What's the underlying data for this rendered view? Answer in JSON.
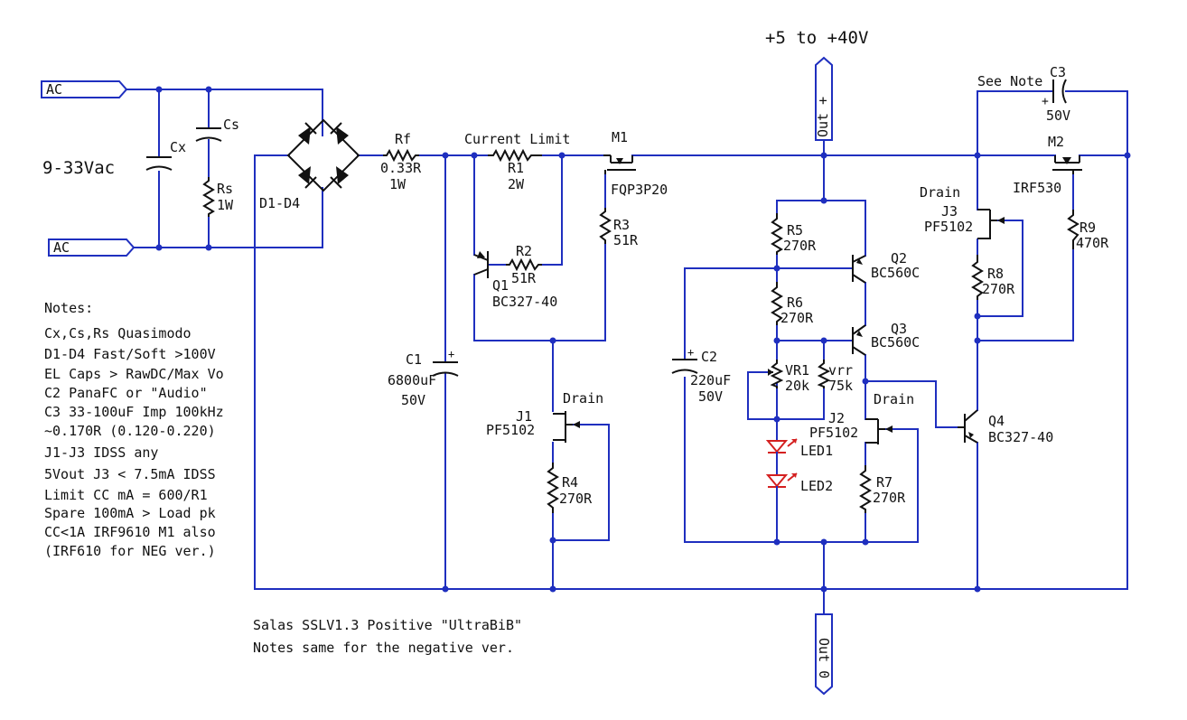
{
  "supply": {
    "range_label": "+5 to +40V",
    "input_label": "9-33Vac"
  },
  "ports": {
    "ac_top": "AC",
    "ac_bottom": "AC",
    "out_plus": "Out +",
    "out_zero": "Out 0"
  },
  "components": {
    "cx": "Cx",
    "cs": "Cs",
    "rs_name": "Rs",
    "rs_val": "1W",
    "bridge": "D1-D4",
    "rf_name": "Rf",
    "rf_val1": "0.33R",
    "rf_val2": "1W",
    "current_limit": "Current Limit",
    "r1_name": "R1",
    "r1_val": "2W",
    "m1_name": "M1",
    "m1_part": "FQP3P20",
    "r3_name": "R3",
    "r3_val": "51R",
    "r2_name": "R2",
    "r2_val": "51R",
    "q1_name": "Q1",
    "q1_part": "BC327-40",
    "c1_name": "C1",
    "c1_val1": "6800uF",
    "c1_val2": "50V",
    "j1_drain": "Drain",
    "j1_name": "J1",
    "j1_part": "PF5102",
    "r4_name": "R4",
    "r4_val": "270R",
    "r5_name": "R5",
    "r5_val": "270R",
    "r6_name": "R6",
    "r6_val": "270R",
    "q2_name": "Q2",
    "q2_part": "BC560C",
    "q3_name": "Q3",
    "q3_part": "BC560C",
    "c2_name": "C2",
    "c2_val1": "220uF",
    "c2_val2": "50V",
    "vr1_name": "VR1",
    "vr1_val": "20k",
    "vrr_name": "vrr",
    "vrr_val": "75k",
    "j2_drain": "Drain",
    "j2_name": "J2",
    "j2_part": "PF5102",
    "led1": "LED1",
    "led2": "LED2",
    "r7_name": "R7",
    "r7_val": "270R",
    "see_note": "See Note",
    "c3_name": "C3",
    "c3_val": "50V",
    "m2_name": "M2",
    "m2_part": "IRF530",
    "j3_drain": "Drain",
    "j3_name": "J3",
    "j3_part": "PF5102",
    "r8_name": "R8",
    "r8_val": "270R",
    "r9_name": "R9",
    "r9_val": "470R",
    "q4_name": "Q4",
    "q4_part": "BC327-40"
  },
  "notes": {
    "title": "Notes:",
    "lines": [
      "Cx,Cs,Rs Quasimodo",
      "D1-D4 Fast/Soft >100V",
      "EL Caps > RawDC/Max Vo",
      "C2 PanaFC or \"Audio\"",
      "C3 33-100uF Imp 100kHz",
      "~0.170R (0.120-0.220)",
      "J1-J3 IDSS any",
      "5Vout J3 < 7.5mA IDSS",
      "Limit CC mA = 600/R1",
      "Spare 100mA > Load pk",
      "CC<1A IRF9610 M1 also",
      "(IRF610 for NEG ver.)"
    ]
  },
  "caption": {
    "line1": "Salas SSLV1.3 Positive \"UltraBiB\"",
    "line2": "Notes same for the negative ver."
  }
}
